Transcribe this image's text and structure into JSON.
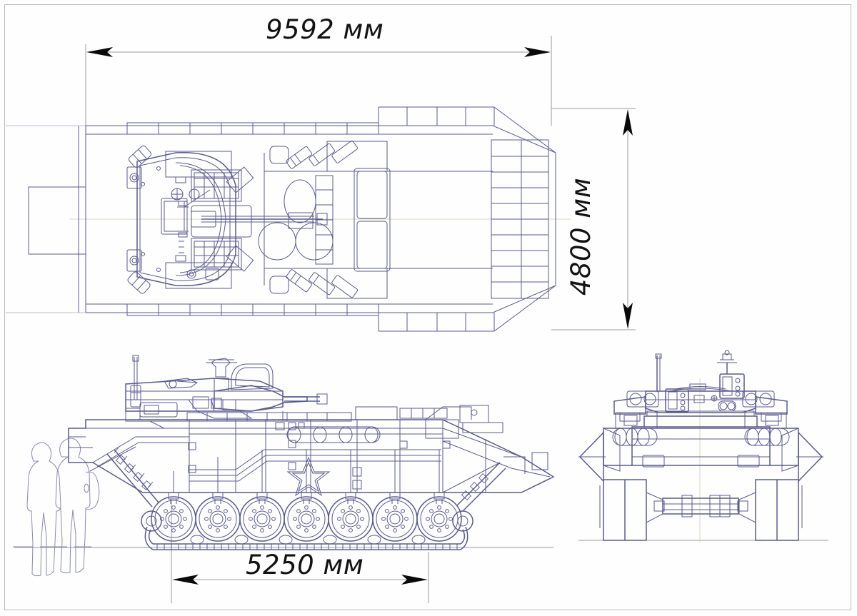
{
  "drawing": {
    "type": "engineering-orthographic-projection",
    "subject": "tracked infantry fighting vehicle",
    "views": [
      {
        "id": "plan-view",
        "name": "top view"
      },
      {
        "id": "side-view",
        "name": "left side elevation"
      },
      {
        "id": "front-view",
        "name": "front elevation"
      }
    ],
    "line_color": "#5a5a93",
    "line_color_light": "#8f8fb5",
    "dim_line_color": "#9a9a9a",
    "arrow_color": "#0a0a0a",
    "frame_color": "#b9b9c6",
    "background": "#fefefe"
  },
  "dimensions": {
    "length": {
      "value": "9592",
      "unit": "мм",
      "label": "9592 мм",
      "view": "plan-view",
      "orientation": "horizontal"
    },
    "width": {
      "value": "4800",
      "unit": "мм",
      "label": "4800 мм",
      "view": "plan-view",
      "orientation": "vertical"
    },
    "track_width": {
      "value": "5250",
      "unit": "мм",
      "label": "5250 мм",
      "view": "side-view",
      "orientation": "horizontal"
    }
  },
  "scale_reference": {
    "name": "human-silhouettes",
    "count": 2,
    "description": "two standing human figures drawn as outlines for scale"
  },
  "markings": {
    "insignia": "five-pointed-star",
    "insignia_view": "side-view"
  },
  "running_gear": {
    "road_wheels_per_side": 7,
    "wheel_hub_bolts": 8,
    "has_track_links": true,
    "has_return_rollers": true
  }
}
